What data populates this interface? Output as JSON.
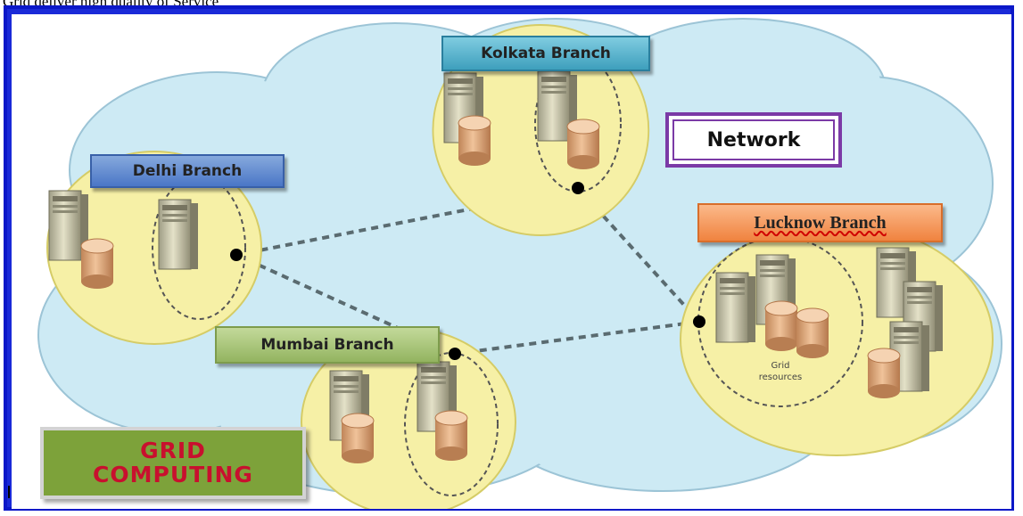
{
  "caption": "Grid deliver high quality of Service",
  "branches": {
    "kolkata": "Kolkata Branch",
    "delhi": "Delhi Branch",
    "lucknow": "Lucknow Branch",
    "mumbai": "Mumbai Branch"
  },
  "network_label": "Network",
  "grid_resources_label": [
    "Grid",
    "resources"
  ],
  "grid_computing": [
    "GRID",
    "COMPUTING"
  ],
  "colors": {
    "frame": "#0b18c8",
    "cloud": "#cdeaf4",
    "node_circle": "#f6f0a6",
    "kolkata": "#4aa9c6",
    "delhi": "#5a82cc",
    "lucknow": "#f28a45",
    "mumbai": "#9bbb67",
    "network_border": "#7b3aa6",
    "grid_box": "#7da23a",
    "grid_text": "#c8102e"
  },
  "icons": [
    "server-icon",
    "database-icon",
    "cloud-icon",
    "link-node-icon"
  ]
}
